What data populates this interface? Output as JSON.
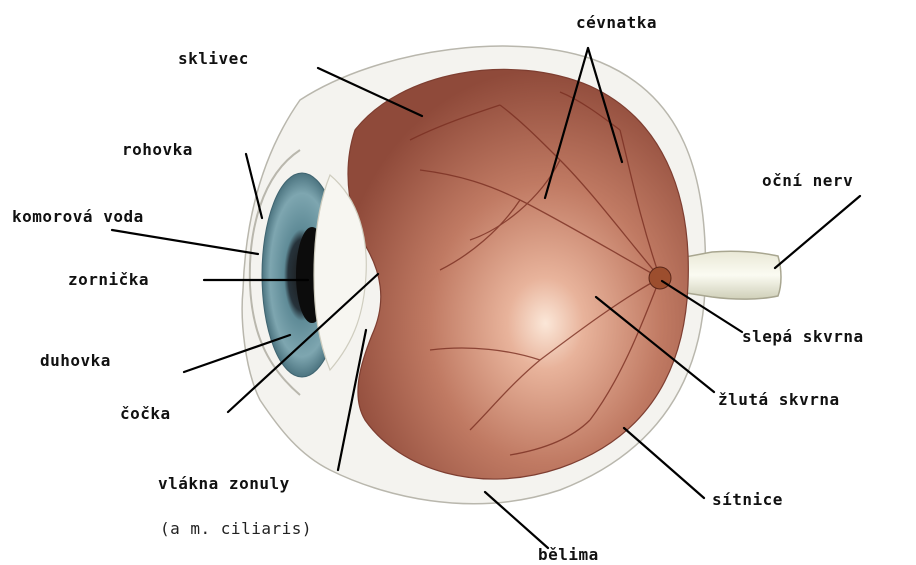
{
  "labels": {
    "sklivec": "sklivec",
    "cevnatka": "cévnatka",
    "rohovka": "rohovka",
    "komorova_voda": "komorová voda",
    "ocni_nerv": "oční nerv",
    "zornicka": "zornička",
    "slepa_skvrna": "slepá skvrna",
    "duhovka": "duhovka",
    "cocka": "čočka",
    "zluta_skvrna": "žlutá skvrna",
    "vlakna_zonuly": "vlákna zonuly",
    "m_ciliaris": "(a m. ciliaris)",
    "sitnice": "sítnice",
    "belima": "bělima"
  },
  "colors": {
    "retina": "#b5705a",
    "retina_light": "#f3d3c0",
    "sclera": "#f4f3ef",
    "iris": "#6f9aa6",
    "vessels": "#7a2f22",
    "leader": "#000000"
  }
}
